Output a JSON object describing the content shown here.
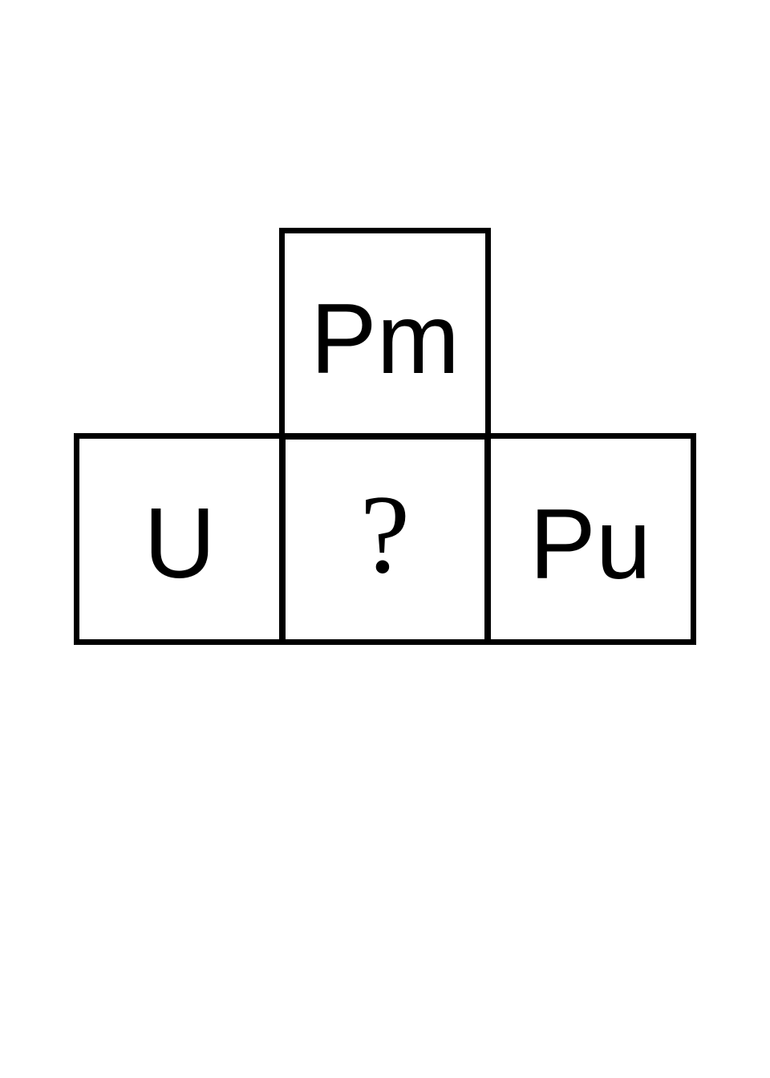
{
  "puzzle": {
    "cells": {
      "top": "Pm",
      "left": "U",
      "center": "?",
      "right": "Pu"
    },
    "colors": {
      "border": "#000000",
      "text": "#000000",
      "background": "#ffffff"
    }
  }
}
